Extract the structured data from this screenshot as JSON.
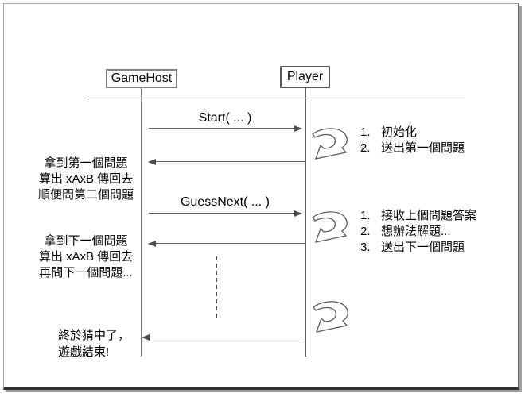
{
  "diagram": {
    "actors": [
      {
        "name": "GameHost"
      },
      {
        "name": "Player"
      }
    ],
    "messages": [
      {
        "label": "Start( ... )"
      },
      {
        "label": "GuessNext( ... )"
      }
    ],
    "left_notes": [
      {
        "lines": [
          "拿到第一個問題",
          "算出 xAxB 傳回去",
          "順便問第二個問題"
        ]
      },
      {
        "lines": [
          "拿到下一個問題",
          "算出 xAxB 傳回去",
          "再問下一個問題..."
        ]
      },
      {
        "lines": [
          "終於猜中了，",
          "遊戲結束!"
        ]
      }
    ],
    "right_notes": [
      {
        "items": [
          {
            "num": "1.",
            "text": "初始化"
          },
          {
            "num": "2.",
            "text": "送出第一個問題"
          }
        ]
      },
      {
        "items": [
          {
            "num": "1.",
            "text": "接收上個問題答案"
          },
          {
            "num": "2.",
            "text": "想辦法解題..."
          },
          {
            "num": "3.",
            "text": "送出下一個問題"
          }
        ]
      }
    ],
    "colors": {
      "line": "#6e6e6e",
      "arrow": "#4d4d4d",
      "box_border": "#7f7f7f",
      "text": "#000000",
      "shadow": "#a0a0a0"
    }
  }
}
